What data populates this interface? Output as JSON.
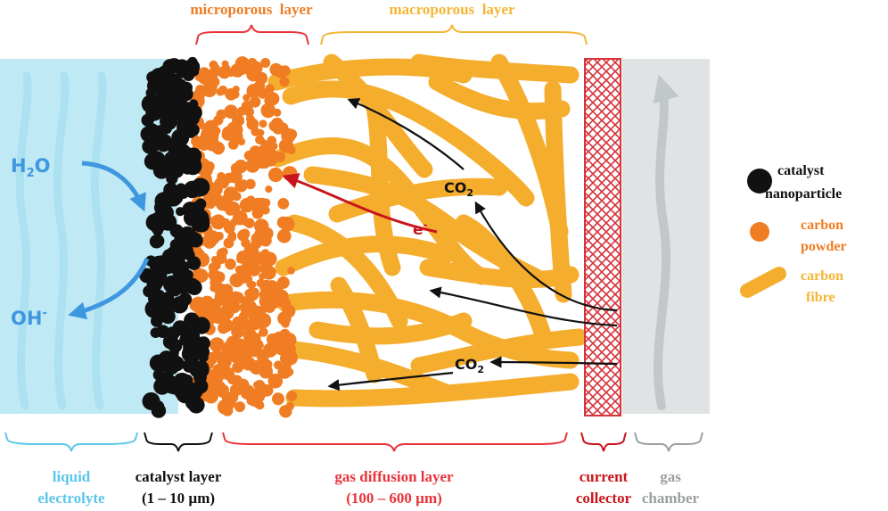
{
  "colors": {
    "electrolyte": "#bfe9f5",
    "electrolyte_text": "#5bc6ea",
    "catalyst": "#111111",
    "carbon_powder": "#f07d23",
    "carbon_fibre": "#f5ad2e",
    "collector": "#d6323a",
    "gas": "#dfe3e3",
    "gas_text": "#9aa0a0",
    "gdl_text": "#e8333a",
    "water_arrow": "#3f97e0"
  },
  "top_labels": {
    "microporous": "microporous  layer",
    "macroporous": "macroporous  layer"
  },
  "species": {
    "h2o_main": "H",
    "h2o_sub": "2",
    "h2o_end": "O",
    "oh_main": "OH",
    "oh_sup": "-",
    "co2_main": "CO",
    "co2_sub": "2",
    "e_main": "e",
    "e_sup": "-"
  },
  "legend": {
    "catalyst_line1": "catalyst",
    "catalyst_line2": "nanoparticle",
    "powder_line1": "carbon",
    "powder_line2": "powder",
    "fibre_line1": "carbon",
    "fibre_line2": "fibre"
  },
  "bottom_labels": {
    "electrolyte_line1": "liquid",
    "electrolyte_line2": "electrolyte",
    "catalyst_line1": "catalyst layer",
    "catalyst_line2": "(1 – 10 µm)",
    "gdl_line1": "gas diffusion layer",
    "gdl_line2": "(100 – 600 µm)",
    "collector_line1": "current",
    "collector_line2": "collector",
    "gas_line1": "gas",
    "gas_line2": "chamber"
  }
}
